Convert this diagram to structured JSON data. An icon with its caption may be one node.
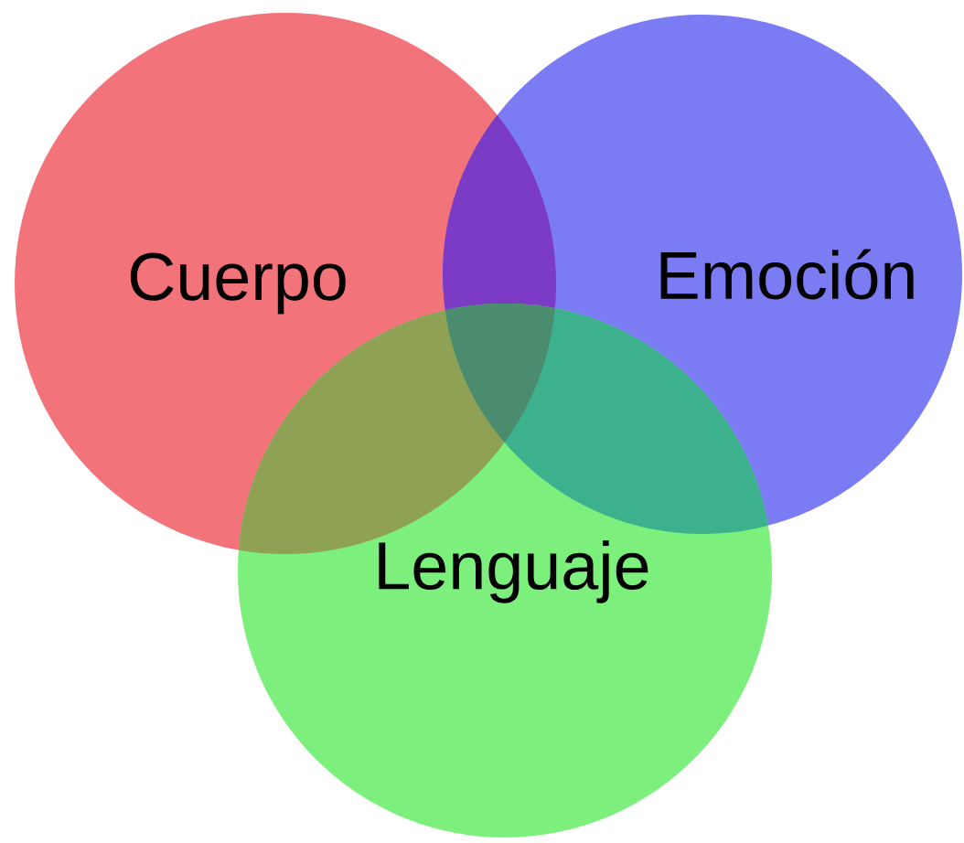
{
  "diagram": {
    "nodes": [
      {
        "text": [
          "Cuerpo"
        ]
      },
      {
        "text": [
          "Emoción"
        ]
      },
      {
        "text": [
          "Lenguaje"
        ]
      }
    ]
  }
}
